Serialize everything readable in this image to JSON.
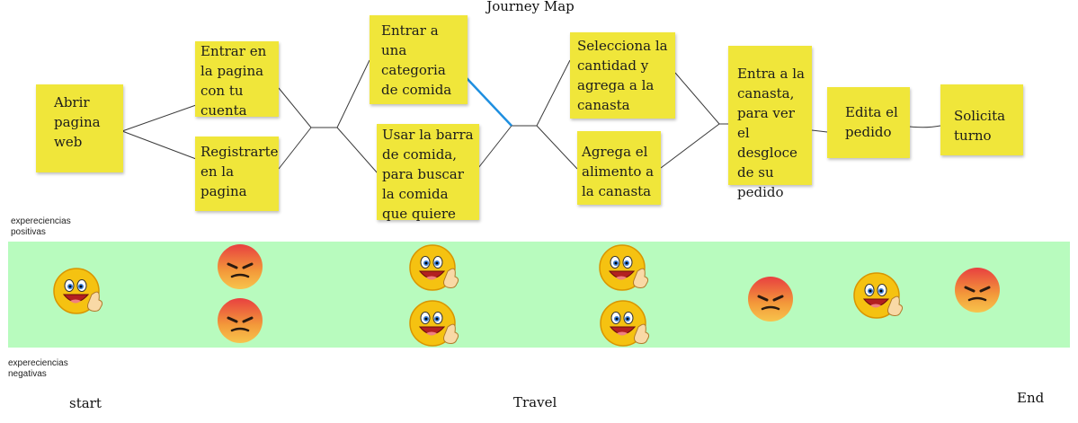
{
  "title": "Journey Map",
  "notes": {
    "abrir": "Abrir pagina web",
    "entrar_cuenta": "Entrar en la pagina con tu cuenta",
    "registrarte": "Registrarte en la pagina",
    "categoria": "Entrar a una categoria de comida",
    "barra": "Usar la barra de comida, para buscar la comida que quiere",
    "cantidad": "Selecciona la cantidad y agrega a la canasta",
    "agrega": "Agrega  el alimento a la canasta",
    "canasta": "Entra a la canasta, para ver el desgloce de su pedido",
    "edita": "Edita el pedido",
    "turno": "Solicita turno"
  },
  "labels": {
    "positive": "expereciencias positivas",
    "negative": "expereciencias negativas",
    "start": "start",
    "travel": "Travel",
    "end": "End"
  },
  "colors": {
    "sticky": "#f0e63a",
    "band": "#b8fbbe",
    "highlight_line": "#1e8fe0",
    "happy_face": "#f5c211",
    "angry_face": "#f0a530"
  },
  "emotions": [
    "happy",
    "angry",
    "angry",
    "happy",
    "happy",
    "happy",
    "happy",
    "angry",
    "happy",
    "angry"
  ]
}
